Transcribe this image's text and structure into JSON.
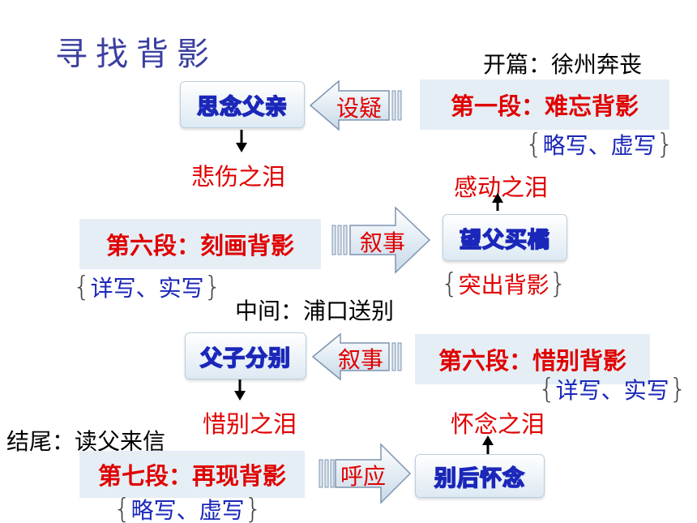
{
  "title": "寻找背影",
  "sections": {
    "opening": "开篇：徐州奔丧",
    "middle": "中间：浦口送别",
    "ending": "结尾：读父来信"
  },
  "row1": {
    "box": "思念父亲",
    "arrow": "设疑",
    "panel": "第一段：难忘背影",
    "note": "略写、虚写",
    "tear": "悲伤之泪"
  },
  "row2": {
    "tear_top": "感动之泪",
    "panel": "第六段：刻画背影",
    "arrow": "叙事",
    "box": "望父买橘",
    "note_left": "详写、实写",
    "note_right": "突出背影"
  },
  "row3": {
    "box": "父子分别",
    "arrow": "叙事",
    "panel": "第六段：惜别背影",
    "note": "详写、实写",
    "tear": "惜别之泪",
    "tear_right": "怀念之泪"
  },
  "row4": {
    "panel": "第七段：再现背影",
    "arrow": "呼应",
    "box": "别后怀念",
    "note": "略写、虚写"
  }
}
